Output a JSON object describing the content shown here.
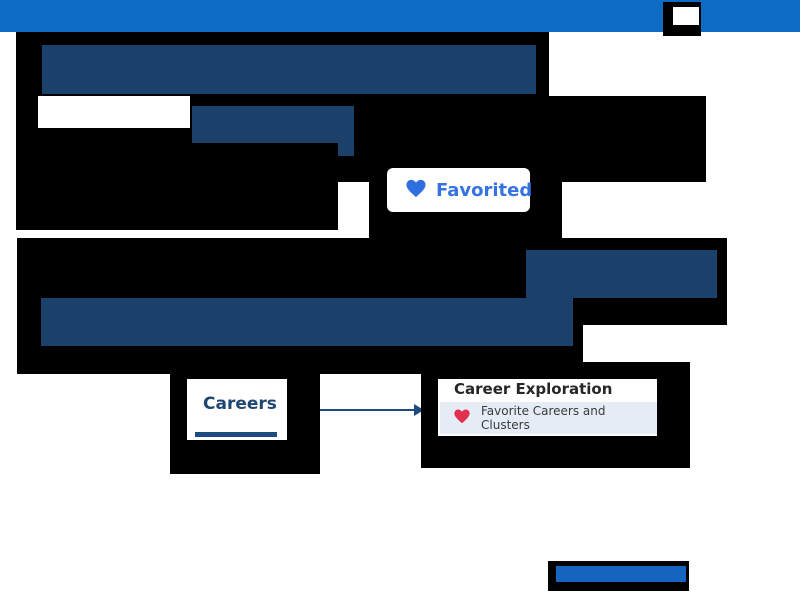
{
  "header": {
    "accent_color": "#0d6bc4",
    "close_icon": "close-icon"
  },
  "favorite_button": {
    "label": "Favorited",
    "icon": "heart-filled-icon",
    "icon_color": "#2f6fe0"
  },
  "nav": {
    "careers_tab_label": "Careers"
  },
  "career_menu": {
    "title": "Career Exploration",
    "item_label": "Favorite Careers and Clusters",
    "item_icon": "heart-icon",
    "item_icon_color": "#e0304e"
  },
  "colors": {
    "dark_bar": "#1b416b",
    "primary_button": "#1565c0"
  }
}
